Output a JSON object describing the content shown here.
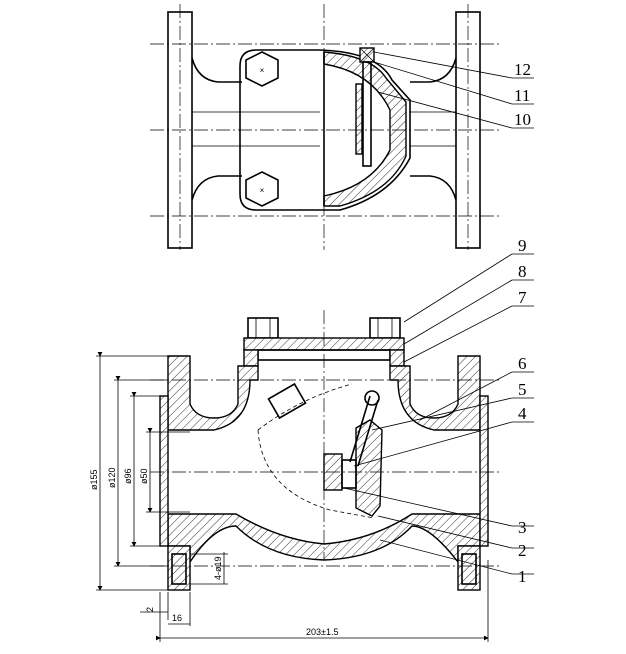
{
  "drawing": {
    "part_callouts": [
      "1",
      "2",
      "3",
      "4",
      "5",
      "6",
      "7",
      "8",
      "9",
      "10",
      "11",
      "12"
    ],
    "dimensions": {
      "flange_od": "ø155",
      "bolt_circle": "ø120",
      "raised_face": "ø96",
      "bore": "ø50",
      "bolt_holes": "4-ø19",
      "raised_face_height": "2",
      "flange_thickness": "16",
      "face_to_face": "203±1.5"
    }
  }
}
